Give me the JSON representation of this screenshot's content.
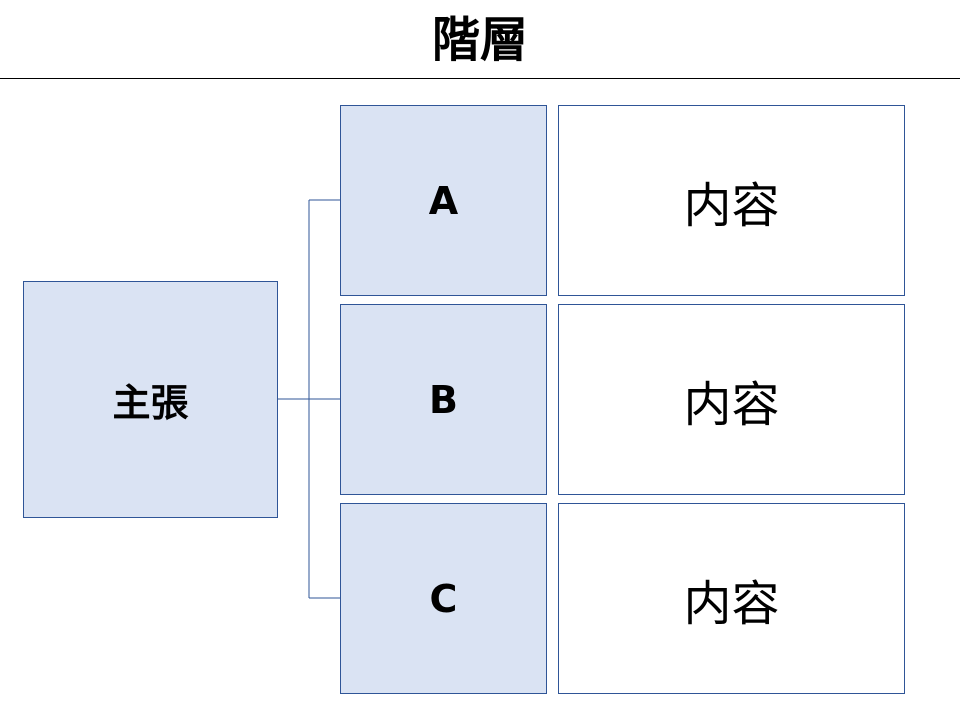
{
  "title": "階層",
  "diagram": {
    "root": {
      "label": "主張"
    },
    "branches": [
      {
        "label": "A",
        "content": "内容"
      },
      {
        "label": "B",
        "content": "内容"
      },
      {
        "label": "C",
        "content": "内容"
      }
    ],
    "colors": {
      "node_fill": "#dae3f3",
      "node_border": "#2f5597",
      "connector": "#2f5597"
    }
  }
}
